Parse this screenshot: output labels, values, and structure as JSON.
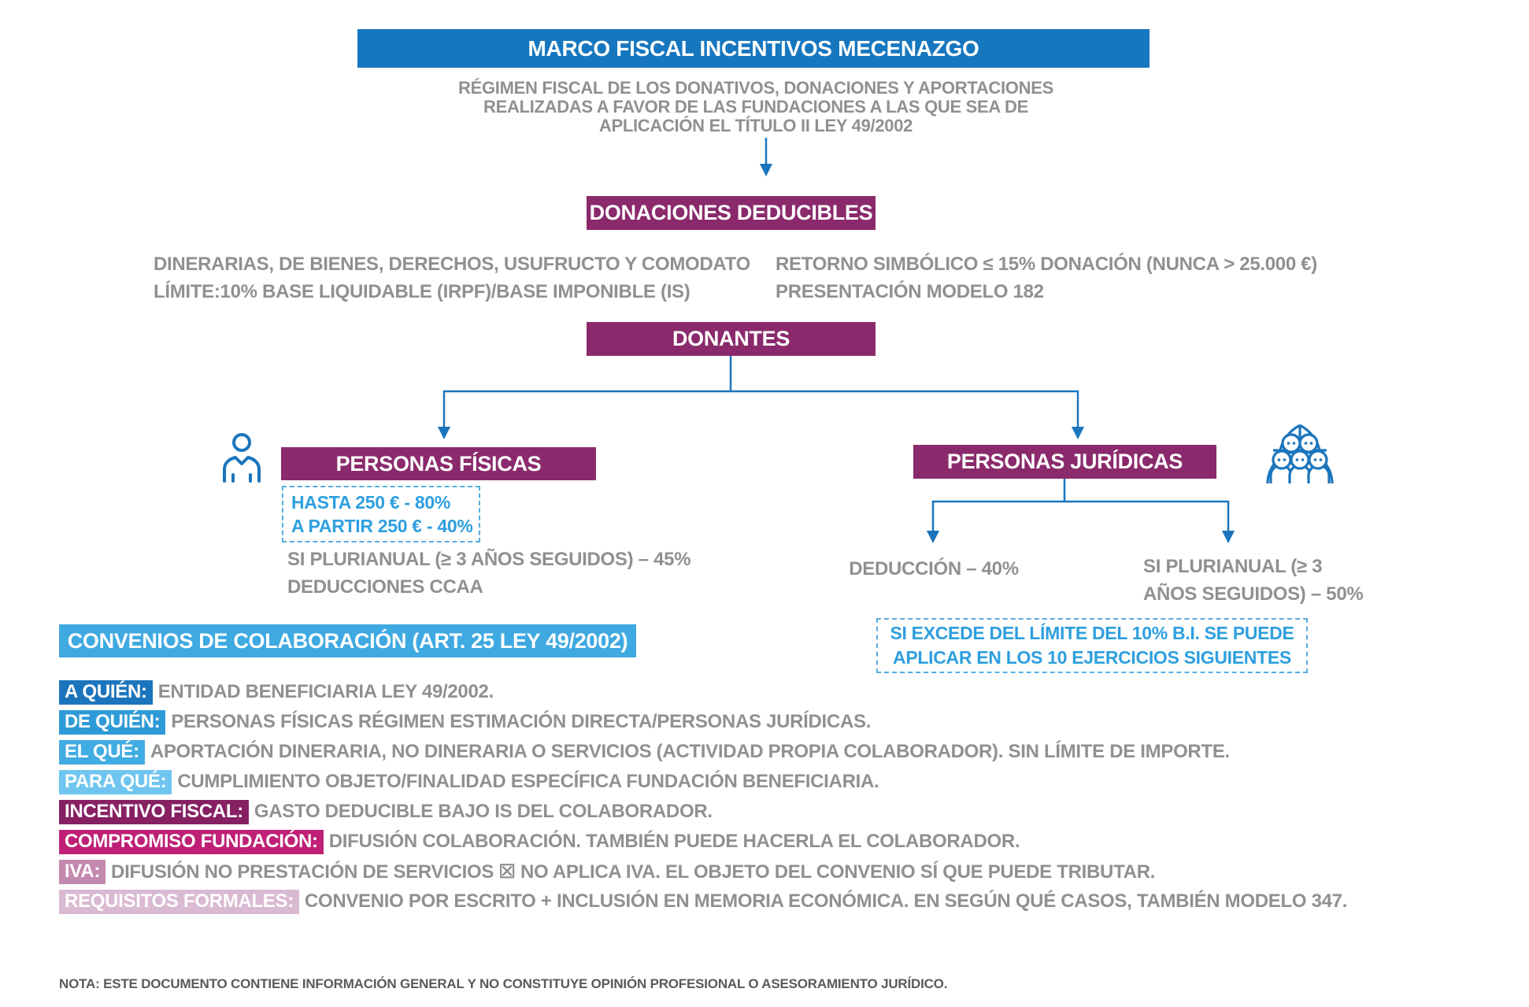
{
  "colors": {
    "primary_blue": "#1B75BC",
    "header_blue": "#1677BF",
    "light_blue": "#3FA9E1",
    "purple": "#8A2A6C",
    "gray_text": "#8E9092"
  },
  "title_bar": {
    "label": "MARCO FISCAL INCENTIVOS MECENAZGO"
  },
  "intro": {
    "lines": [
      "RÉGIMEN FISCAL DE LOS DONATIVOS, DONACIONES Y APORTACIONES",
      "REALIZADAS A FAVOR DE LAS FUNDACIONES A LAS QUE SEA DE",
      "APLICACIÓN EL TÍTULO II LEY 49/2002"
    ]
  },
  "donaciones": {
    "box_label": "DONACIONES DEDUCIBLES",
    "left_lines": [
      "DINERARIAS, DE BIENES, DERECHOS, USUFRUCTO Y COMODATO",
      "LÍMITE:10% BASE LIQUIDABLE (IRPF)/BASE IMPONIBLE (IS)"
    ],
    "right_lines": [
      "RETORNO SIMBÓLICO ≤ 15% DONACIÓN (NUNCA > 25.000 €)",
      "PRESENTACIÓN MODELO 182"
    ]
  },
  "donantes": {
    "box_label": "DONANTES",
    "fisicas": {
      "box_label": "PERSONAS FÍSICAS",
      "icon": "person-icon",
      "highlight_lines": [
        "HASTA 250 € - 80%",
        "A PARTIR 250 € - 40%"
      ],
      "detail_lines": [
        "SI PLURIANUAL (≥ 3 AÑOS SEGUIDOS) – 45%",
        "DEDUCCIONES CCAA"
      ]
    },
    "juridicas": {
      "box_label": "PERSONAS JURÍDICAS",
      "icon": "group-icon",
      "branch_left": "DEDUCCIÓN – 40%",
      "branch_right_lines": [
        "SI PLURIANUAL (≥ 3",
        "AÑOS SEGUIDOS) – 50%"
      ],
      "note_lines": [
        "SI EXCEDE DEL LÍMITE DEL 10% B.I. SE PUEDE",
        "APLICAR EN LOS 10 EJERCICIOS SIGUIENTES"
      ]
    }
  },
  "convenios": {
    "header": "CONVENIOS DE COLABORACIÓN (ART. 25 LEY 49/2002)",
    "rows": [
      {
        "label": "A QUIÉN:",
        "label_bg": "#1C75BC",
        "text": "ENTIDAD BENEFICIARIA LEY 49/2002."
      },
      {
        "label": "DE QUIÉN:",
        "label_bg": "#2E9BD8",
        "text": "PERSONAS FÍSICAS RÉGIMEN ESTIMACIÓN DIRECTA/PERSONAS JURÍDICAS."
      },
      {
        "label": "EL QUÉ:",
        "label_bg": "#41ACE1",
        "text": "APORTACIÓN DINERARIA, NO DINERARIA O SERVICIOS (ACTIVIDAD PROPIA COLABORADOR). SIN LÍMITE DE IMPORTE."
      },
      {
        "label": "PARA QUÉ:",
        "label_bg": "#6FC5EF",
        "text": "CUMPLIMIENTO OBJETO/FINALIDAD ESPECÍFICA FUNDACIÓN BENEFICIARIA."
      },
      {
        "label": "INCENTIVO FISCAL:",
        "label_bg": "#862063",
        "text": "GASTO DEDUCIBLE BAJO IS DEL COLABORADOR."
      },
      {
        "label": "COMPROMISO FUNDACIÓN:",
        "label_bg": "#BE2175",
        "text": "DIFUSIÓN COLABORACIÓN. TAMBIÉN PUEDE HACERLA EL COLABORADOR."
      },
      {
        "label": "IVA:",
        "label_bg": "#C489AE",
        "text": "DIFUSIÓN NO PRESTACIÓN DE SERVICIOS ☒ NO APLICA IVA. EL OBJETO DEL CONVENIO SÍ QUE PUEDE TRIBUTAR."
      },
      {
        "label": "REQUISITOS FORMALES:",
        "label_bg": "#D9BAD2",
        "text": "CONVENIO POR ESCRITO + INCLUSIÓN EN MEMORIA ECONÓMICA. EN SEGÚN QUÉ CASOS, TAMBIÉN MODELO 347."
      }
    ]
  },
  "footer_note": "NOTA: ESTE DOCUMENTO CONTIENE INFORMACIÓN GENERAL Y NO CONSTITUYE OPINIÓN PROFESIONAL O ASESORAMIENTO JURÍDICO."
}
